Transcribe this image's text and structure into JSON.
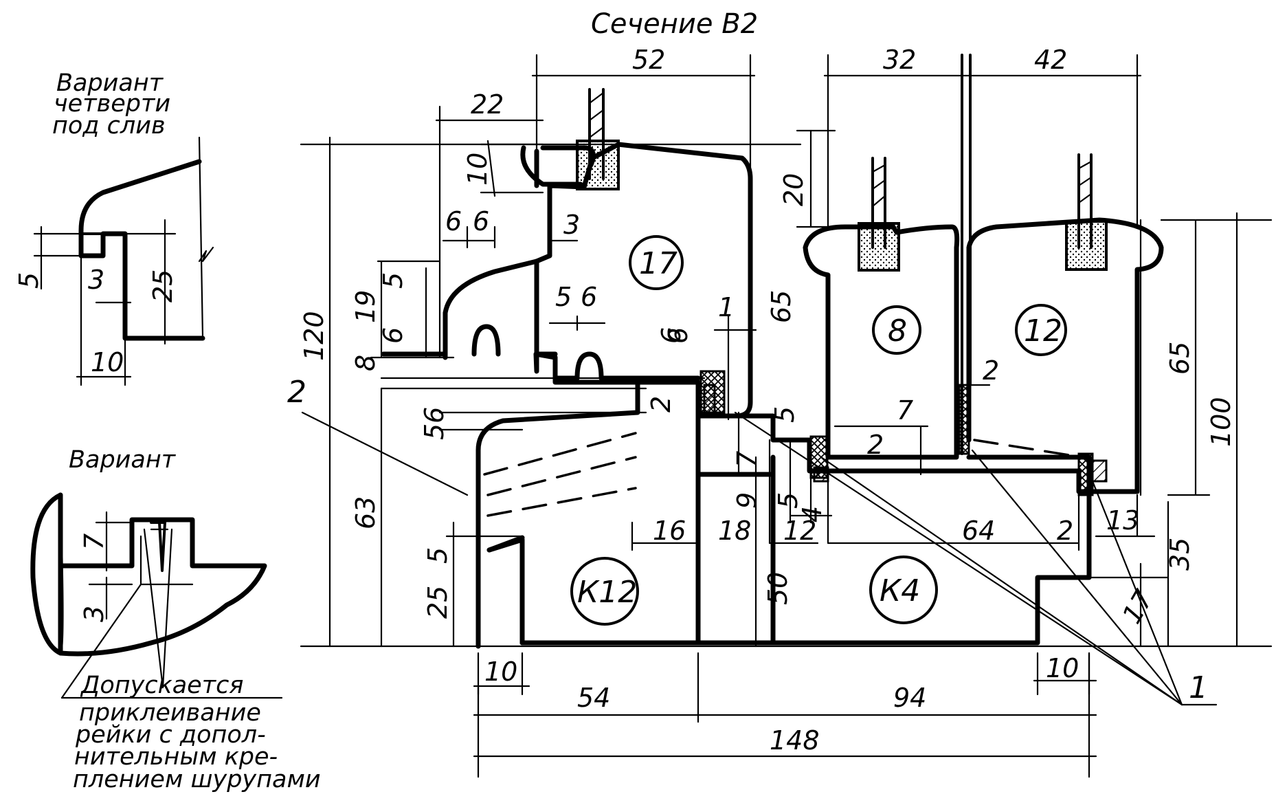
{
  "title": "Сечение В2",
  "variant_quarter": {
    "caption_lines": [
      "Вариант",
      "четверти",
      "под слив"
    ],
    "dims": [
      "5",
      "3",
      "25",
      "10"
    ]
  },
  "variant_bottom": {
    "caption": "Вариант",
    "dims": [
      "7",
      "3"
    ],
    "note_lines": [
      "Допускается",
      "приклеивание",
      "рейки с допол-",
      "нительным кре-",
      "плением шурупами"
    ]
  },
  "parts": {
    "p17": "17",
    "p8": "8",
    "p12": "12",
    "k12": "К12",
    "k4": "К4"
  },
  "callouts": {
    "c2": "2",
    "c1": "1"
  },
  "dims_top": [
    "52",
    "22",
    "32",
    "42",
    "20",
    "10"
  ],
  "dims_left": [
    "120",
    "19",
    "5",
    "6",
    "8",
    "6",
    "6",
    "5",
    "6",
    "3",
    "5",
    "6",
    "56",
    "63",
    "5",
    "25",
    "10"
  ],
  "dims_middle": [
    "1",
    "6",
    "2",
    "65",
    "7",
    "9",
    "16",
    "18",
    "12",
    "5",
    "4",
    "50",
    "7",
    "2",
    "2",
    "64",
    "2"
  ],
  "dims_right": [
    "65",
    "100",
    "13",
    "35",
    "17",
    "10"
  ],
  "dims_bottom": [
    "54",
    "94",
    "148"
  ]
}
